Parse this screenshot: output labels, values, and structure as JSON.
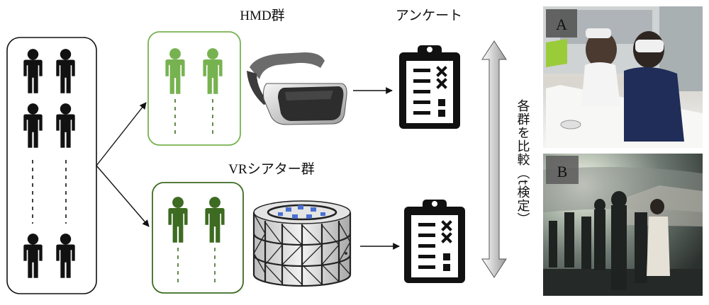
{
  "labels": {
    "hmd_group": "HMD群",
    "vr_theater_group": "VRシアター群",
    "questionnaire": "アンケート",
    "compare": "各群を比較（t検定）"
  },
  "photos": {
    "a_label": "A",
    "b_label": "B"
  },
  "colors": {
    "light_green": "#77b250",
    "dark_green": "#3d6b22",
    "black": "#111111"
  }
}
